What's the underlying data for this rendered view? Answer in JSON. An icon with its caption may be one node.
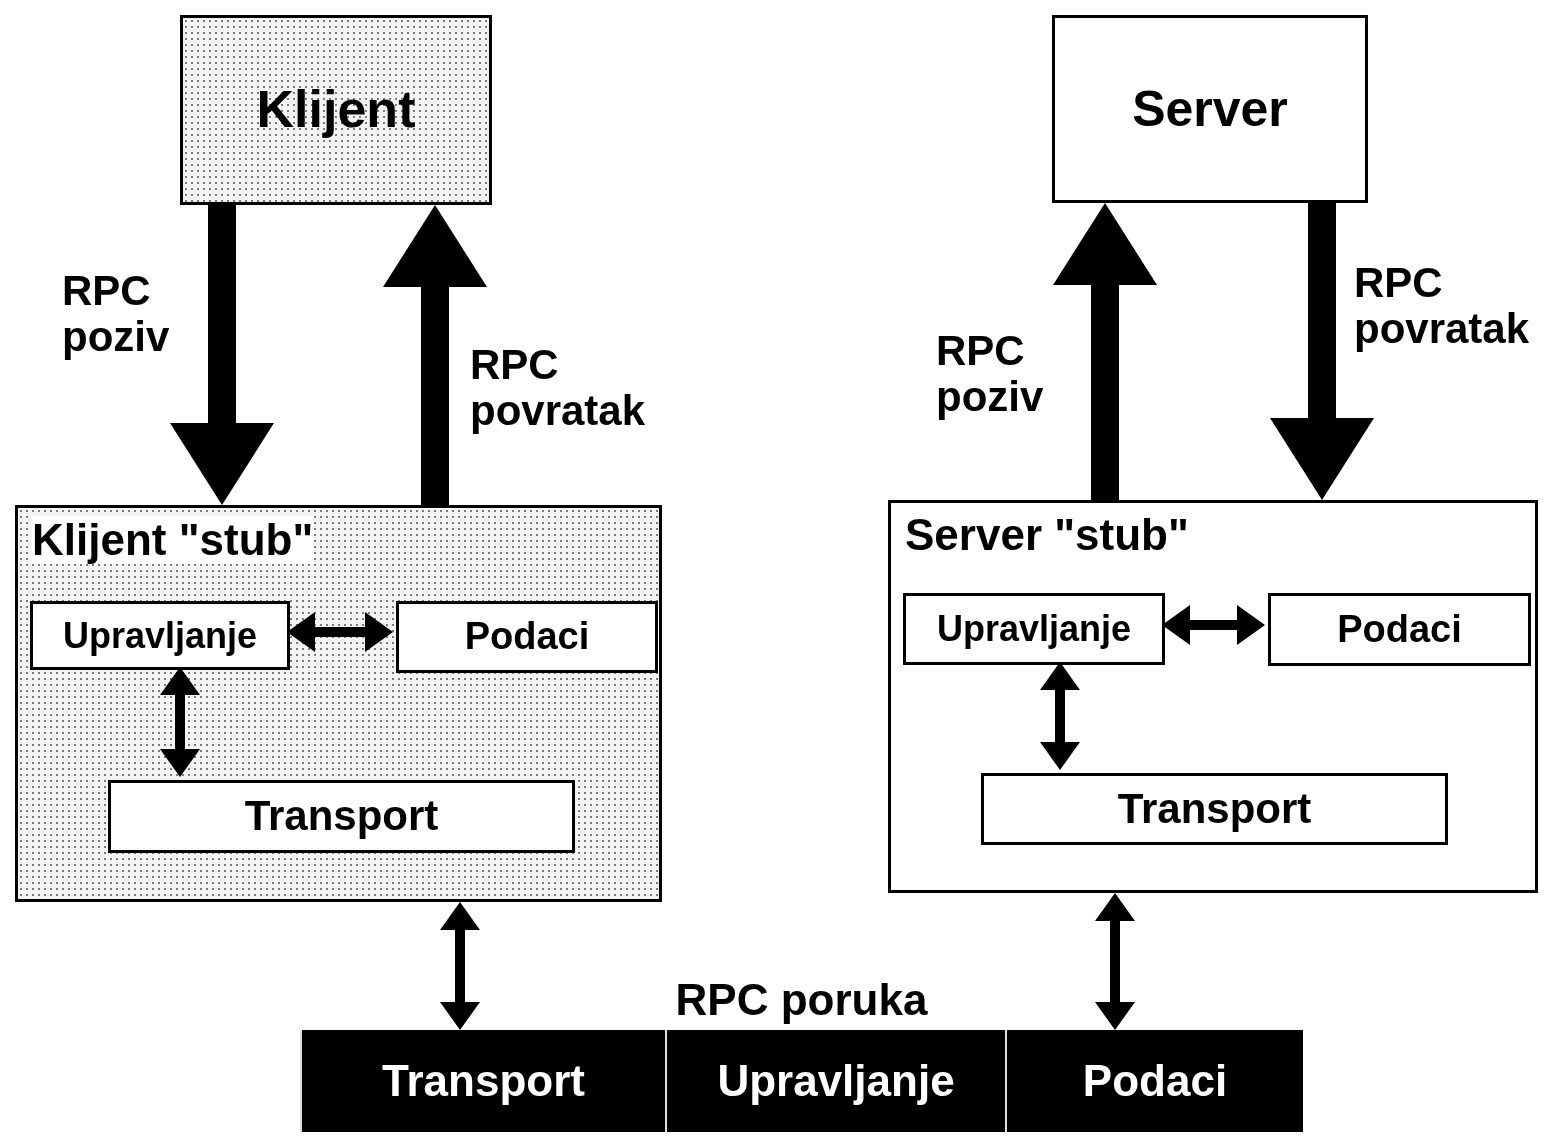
{
  "diagram": {
    "nodes": [
      {
        "text": [
          "Klijent"
        ]
      },
      {
        "text": [
          "Server"
        ]
      },
      {
        "text": [
          "Klijent \"stub\""
        ]
      },
      {
        "text": [
          "Upravljanje"
        ],
        "in": 2
      },
      {
        "text": [
          "Podaci"
        ],
        "in": 2
      },
      {
        "text": [
          "Transport"
        ],
        "in": 2
      },
      {
        "text": [
          "Server \"stub\""
        ]
      },
      {
        "text": [
          "Upravljanje"
        ],
        "in": 6
      },
      {
        "text": [
          "Podaci"
        ],
        "in": 6
      },
      {
        "text": [
          "Transport"
        ],
        "in": 6
      },
      {
        "text": [
          "RPC poruka"
        ]
      },
      {
        "text": [
          "Transport"
        ],
        "in": 10
      },
      {
        "text": [
          "Upravljanje"
        ],
        "in": 10
      },
      {
        "text": [
          "Podaci"
        ],
        "in": 10
      }
    ],
    "edges": [
      {
        "from": 0,
        "to": 2,
        "arrow": "to",
        "label": "RPC poziv",
        "style": "thick"
      },
      {
        "from": 2,
        "to": 0,
        "arrow": "to",
        "label": "RPC povratak",
        "style": "thick"
      },
      {
        "from": 6,
        "to": 1,
        "arrow": "to",
        "label": "RPC poziv",
        "style": "thick"
      },
      {
        "from": 1,
        "to": 6,
        "arrow": "to",
        "label": "RPC povratak",
        "style": "thick"
      },
      {
        "from": 3,
        "to": 4,
        "arrow": "both"
      },
      {
        "from": 3,
        "to": 5,
        "arrow": "both"
      },
      {
        "from": 7,
        "to": 8,
        "arrow": "both"
      },
      {
        "from": 7,
        "to": 9,
        "arrow": "both"
      },
      {
        "from": 2,
        "to": 10,
        "arrow": "both"
      },
      {
        "from": 6,
        "to": 10,
        "arrow": "both"
      }
    ]
  }
}
